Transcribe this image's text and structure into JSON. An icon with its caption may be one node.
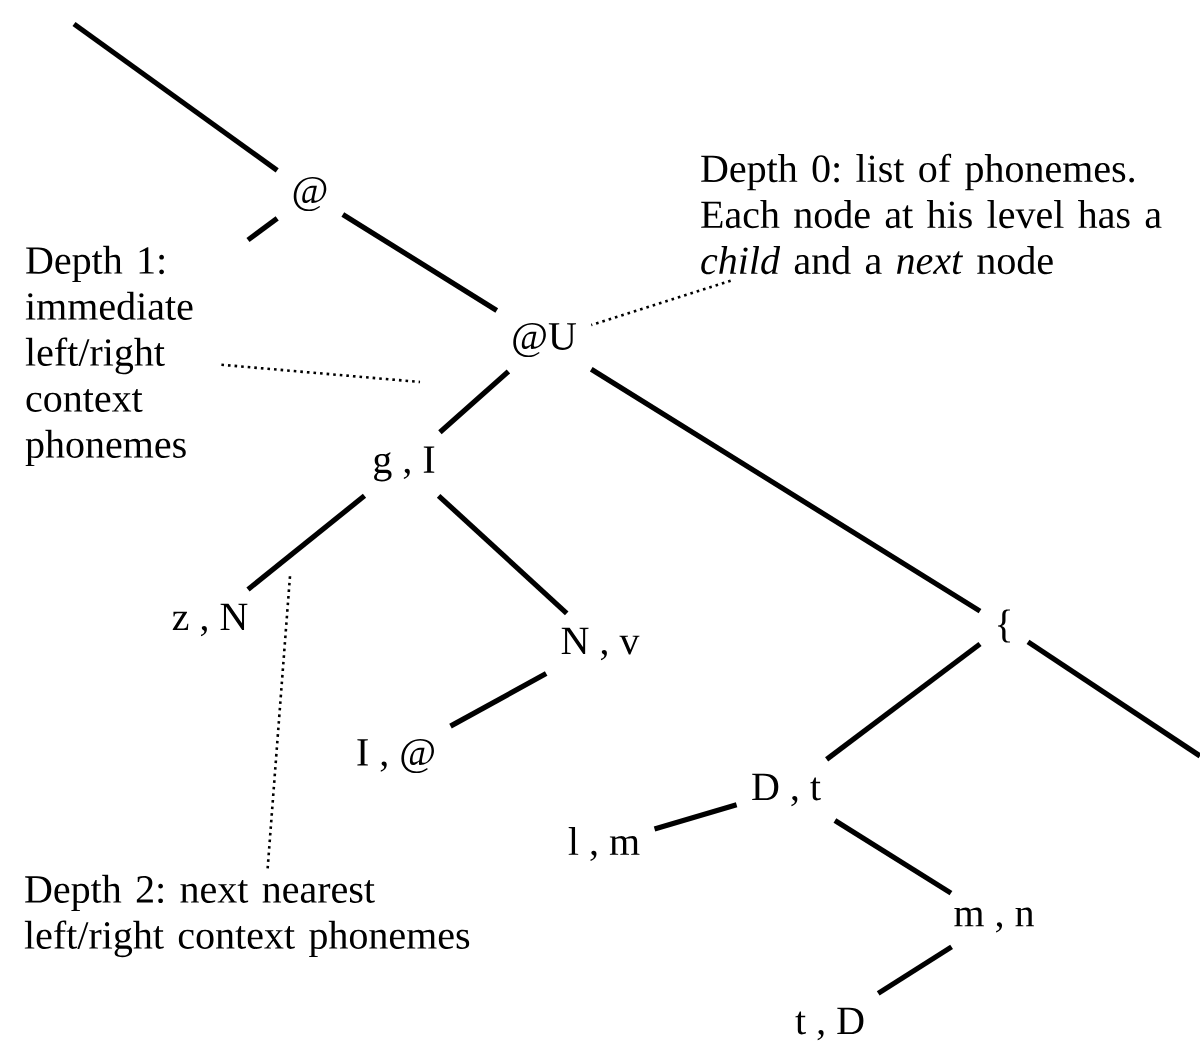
{
  "diagram": {
    "nodes": [
      {
        "text": [
          "@"
        ]
      },
      {
        "text": [
          "@U"
        ]
      },
      {
        "text": [
          "g , I"
        ]
      },
      {
        "text": [
          "z , N"
        ]
      },
      {
        "text": [
          "N , v"
        ]
      },
      {
        "text": [
          "I , @"
        ]
      },
      {
        "text": [
          "{"
        ]
      },
      {
        "text": [
          "D , t"
        ]
      },
      {
        "text": [
          "l , m"
        ]
      },
      {
        "text": [
          "m , n"
        ]
      },
      {
        "text": [
          "t , D"
        ]
      },
      {
        "text": [
          "Depth 0: list of phonemes. Each node at his level has a *child* and a *next* node"
        ]
      },
      {
        "text": [
          "Depth 1: immediate left/right context phonemes"
        ]
      },
      {
        "text": [
          "Depth 2: next nearest left/right context phonemes"
        ]
      }
    ],
    "edges": [
      {
        "from": null,
        "to": 0,
        "arrow": "none"
      },
      {
        "from": 0,
        "to": null,
        "arrow": "none"
      },
      {
        "from": 0,
        "to": 1,
        "arrow": "none"
      },
      {
        "from": 1,
        "to": 2,
        "arrow": "none"
      },
      {
        "from": 1,
        "to": 6,
        "arrow": "none"
      },
      {
        "from": 2,
        "to": 3,
        "arrow": "none"
      },
      {
        "from": 2,
        "to": 4,
        "arrow": "none"
      },
      {
        "from": 4,
        "to": 5,
        "arrow": "none"
      },
      {
        "from": 6,
        "to": 7,
        "arrow": "none"
      },
      {
        "from": 6,
        "to": null,
        "arrow": "none"
      },
      {
        "from": 7,
        "to": 8,
        "arrow": "none"
      },
      {
        "from": 7,
        "to": 9,
        "arrow": "none"
      },
      {
        "from": 9,
        "to": 10,
        "arrow": "none"
      },
      {
        "from": 11,
        "to": 1,
        "arrow": "none",
        "style": "dashed"
      },
      {
        "from": 12,
        "to": null,
        "arrow": "none",
        "style": "dashed"
      },
      {
        "from": 13,
        "to": null,
        "arrow": "none",
        "style": "dashed"
      }
    ]
  }
}
